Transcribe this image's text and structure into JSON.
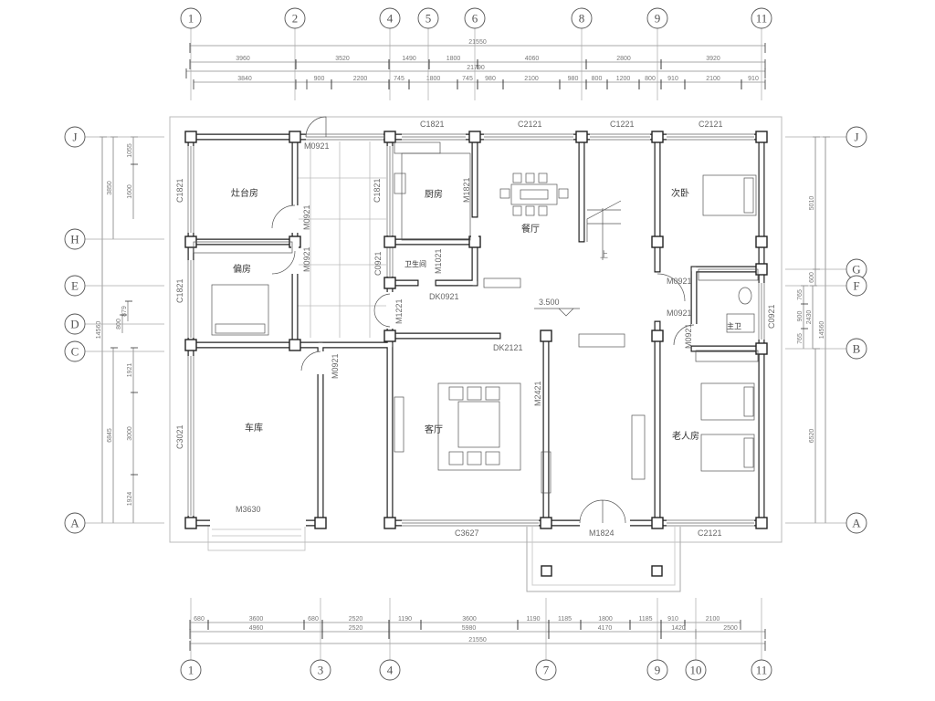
{
  "axes": {
    "top": [
      "1",
      "2",
      "4",
      "5",
      "6",
      "8",
      "9",
      "11"
    ],
    "bottom": [
      "1",
      "3",
      "4",
      "7",
      "9",
      "10",
      "11"
    ],
    "left": [
      "J",
      "H",
      "E",
      "D",
      "C",
      "A"
    ],
    "right": [
      "J",
      "G",
      "F",
      "B",
      "A"
    ]
  },
  "dimensions": {
    "top_total": "21550",
    "top_row2": [
      "3960",
      "3520",
      "1490",
      "1800",
      "4060",
      "2800",
      "3920"
    ],
    "top_total2": "21790",
    "top_row4": [
      "3840",
      "900",
      "2200",
      "745",
      "1800",
      "745",
      "980",
      "2100",
      "980",
      "800",
      "1200",
      "800",
      "910",
      "2100",
      "910"
    ],
    "bottom_row1": [
      "680",
      "3600",
      "680",
      "2520",
      "1190",
      "3600",
      "1190",
      "1185",
      "1800",
      "1185",
      "910",
      "2100"
    ],
    "bottom_row2": [
      "4960",
      "2520",
      "5980",
      "4170",
      "1420",
      "2500"
    ],
    "bottom_total": "21550",
    "left": [
      "3850",
      "6845",
      "14560",
      "1055",
      "1600",
      "1921",
      "3000",
      "1924",
      "800",
      "879"
    ],
    "right": [
      "5010",
      "600",
      "765",
      "900",
      "765",
      "2430",
      "14560",
      "6520"
    ]
  },
  "rooms": {
    "stove_room": "灶台房",
    "side_room": "偏房",
    "garage": "车库",
    "kitchen": "厨房",
    "dining": "餐厅",
    "washroom": "卫生间",
    "living": "客厅",
    "second_bedroom": "次卧",
    "master_bath": "主卫",
    "elder_room": "老人房"
  },
  "openings": {
    "top_c1821": "C1821",
    "top_c2121_a": "C2121",
    "top_c1221": "C1221",
    "top_c2121_b": "C2121",
    "top_m0921": "M0921",
    "left_c1821_a": "C1821",
    "left_c1821_b": "C1821",
    "left_c3021": "C3021",
    "m0921_stove": "M0921",
    "m0921_side": "M0921",
    "kitchen_c1821": "C1821",
    "m1821": "M1821",
    "c0921_wash": "C0921",
    "m1021": "M1021",
    "dk0921": "DK0921",
    "m1221": "M1221",
    "m0921_garage": "M0921",
    "dk2121": "DK2121",
    "m2421": "M2421",
    "m3630": "M3630",
    "c3627": "C3627",
    "m1824": "M1824",
    "bottom_c2121": "C2121",
    "m0921_r1": "M0921",
    "m0921_r2": "M0921",
    "m0921_r3": "M0921",
    "c0921_right": "C0921"
  },
  "elevation": "3.500",
  "stair_label": "上"
}
